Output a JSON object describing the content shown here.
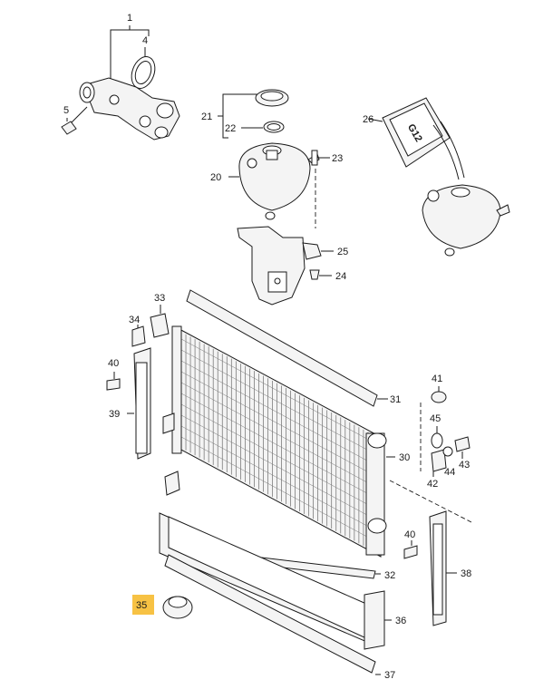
{
  "callouts": [
    {
      "id": "c1",
      "text": "1"
    },
    {
      "id": "c4",
      "text": "4"
    },
    {
      "id": "c5",
      "text": "5"
    },
    {
      "id": "c21",
      "text": "21"
    },
    {
      "id": "c22",
      "text": "22"
    },
    {
      "id": "c20",
      "text": "20"
    },
    {
      "id": "c23",
      "text": "23"
    },
    {
      "id": "c25",
      "text": "25"
    },
    {
      "id": "c24",
      "text": "24"
    },
    {
      "id": "c26",
      "text": "26"
    },
    {
      "id": "c33",
      "text": "33"
    },
    {
      "id": "c34",
      "text": "34"
    },
    {
      "id": "c40a",
      "text": "40"
    },
    {
      "id": "c39",
      "text": "39"
    },
    {
      "id": "c31",
      "text": "31"
    },
    {
      "id": "c41",
      "text": "41"
    },
    {
      "id": "c45",
      "text": "45"
    },
    {
      "id": "c30",
      "text": "30"
    },
    {
      "id": "c44",
      "text": "44"
    },
    {
      "id": "c43",
      "text": "43"
    },
    {
      "id": "c42",
      "text": "42"
    },
    {
      "id": "c40b",
      "text": "40"
    },
    {
      "id": "c38",
      "text": "38"
    },
    {
      "id": "c32",
      "text": "32"
    },
    {
      "id": "c35",
      "text": "35"
    },
    {
      "id": "c36",
      "text": "36"
    },
    {
      "id": "c37",
      "text": "37"
    }
  ],
  "bottle_label": "G12",
  "highlight_color": "#f7c244"
}
